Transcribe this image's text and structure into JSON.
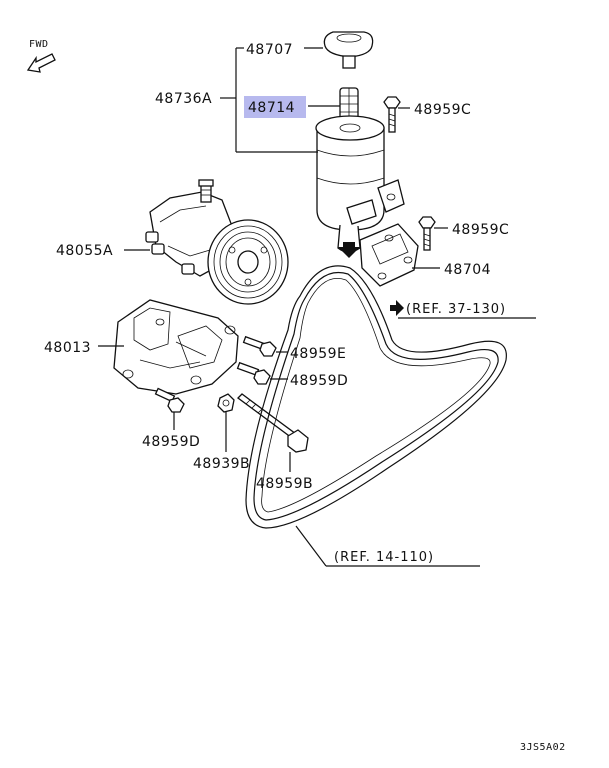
{
  "direction_label": "FWD",
  "drawing_code": "3JS5A02",
  "highlight_color": "#b7b9ee",
  "parts": {
    "p48707": "48707",
    "p48736A": "48736A",
    "p48714": "48714",
    "p48959C_top": "48959C",
    "p48959C_mid": "48959C",
    "p48055A": "48055A",
    "p48704": "48704",
    "p48013": "48013",
    "p48959E": "48959E",
    "p48959D_right": "48959D",
    "p48959D_left": "48959D",
    "p48939B": "48939B",
    "p48959B": "48959B"
  },
  "references": {
    "ref_37_130": "(REF. 37-130)",
    "ref_14_110": "(REF. 14-110)"
  }
}
